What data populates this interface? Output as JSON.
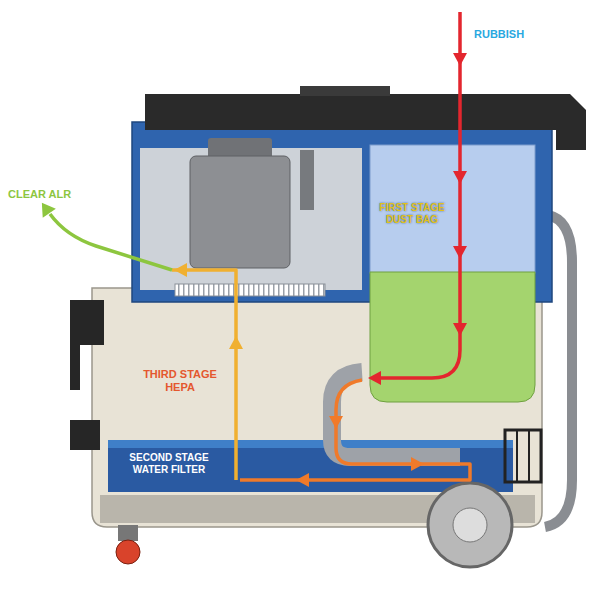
{
  "diagram": {
    "labels": [
      "RUBBISH",
      "CLEAR ALR",
      "FIRST STAGE DUST BAG",
      "THIRD STAGE HEPA",
      "SECOND STAGE WATER FILTER"
    ]
  }
}
